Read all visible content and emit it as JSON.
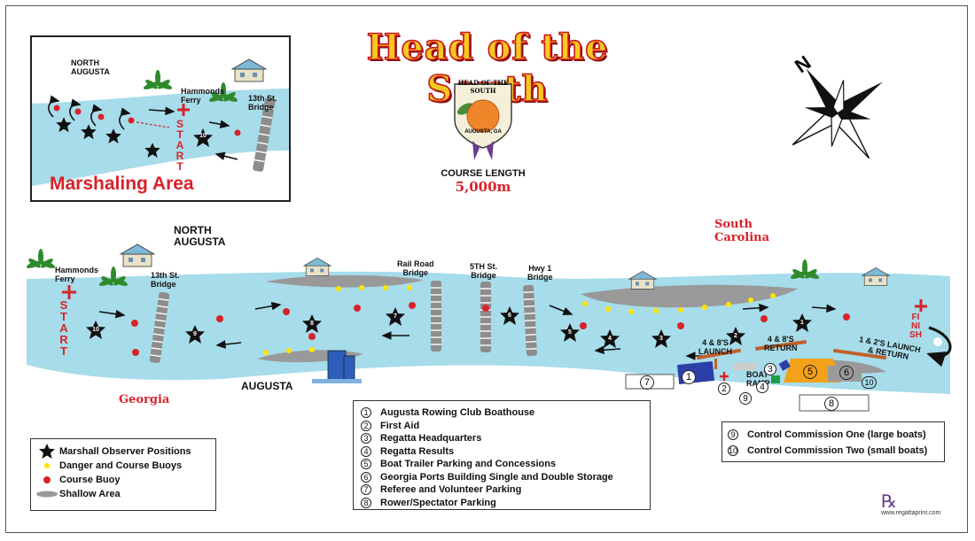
{
  "title": "Head of the South",
  "logo": {
    "top_text": "HEAD OF THE SOUTH",
    "bottom_text": "AUGUSTA, GA"
  },
  "course": {
    "label": "COURSE LENGTH",
    "value": "5,000m"
  },
  "inset": {
    "title": "Marshaling Area",
    "north_augusta": "NORTH\nAUGUSTA",
    "hammonds_ferry": "Hammonds\nFerry",
    "bridge_13": "13th St.\nBridge",
    "start": "START",
    "marshal_num": "10"
  },
  "map": {
    "north_augusta": "NORTH\nAUGUSTA",
    "hammonds_ferry": "Hammonds\nFerry",
    "bridge_13": "13th St.\nBridge",
    "railroad_bridge": "Rail Road\nBridge",
    "bridge_5": "5TH St.\nBridge",
    "hwy1_bridge": "Hwy 1\nBridge",
    "south_carolina": "South\nCarolina",
    "georgia": "Georgia",
    "augusta": "AUGUSTA",
    "start": "START",
    "finish": "FINISH",
    "launch_48": "4 & 8'S\nLAUNCH",
    "return_48": "4 & 8'S\nRETURN",
    "launch_12": "1 & 2'S LAUNCH\n& RETURN",
    "boat_ramp": "BOAT\nRAMP",
    "marshal_positions": [
      "10",
      "9",
      "8",
      "7",
      "6",
      "5",
      "4",
      "3",
      "2",
      "1"
    ]
  },
  "legend": [
    {
      "icon": "marshal-star-icon",
      "label": "Marshall Observer Positions"
    },
    {
      "icon": "yellow-buoy-icon",
      "label": "Danger and Course Buoys"
    },
    {
      "icon": "red-buoy-icon",
      "label": "Course Buoy"
    },
    {
      "icon": "shallow-area-icon",
      "label": "Shallow Area"
    }
  ],
  "key": [
    {
      "n": "1",
      "label": "Augusta Rowing Club Boathouse"
    },
    {
      "n": "2",
      "label": "First Aid"
    },
    {
      "n": "3",
      "label": "Regatta Headquarters"
    },
    {
      "n": "4",
      "label": "Regatta Results"
    },
    {
      "n": "5",
      "label": "Boat Trailer Parking and Concessions"
    },
    {
      "n": "6",
      "label": "Georgia Ports Building Single and Double Storage"
    },
    {
      "n": "7",
      "label": "Referee and Volunteer Parking"
    },
    {
      "n": "8",
      "label": "Rower/Spectator Parking"
    }
  ],
  "control": [
    {
      "n": "9",
      "label": "Control Commission One (large boats)"
    },
    {
      "n": "10",
      "label": "Control Commission Two (small boats)"
    }
  ],
  "compass_letter": "N",
  "credit": "www.regattaprint.com",
  "colors": {
    "river": "#a7dcea",
    "shallow": "#9a9a9a",
    "red": "#d8222a",
    "buoy_yellow": "#ffe600",
    "lot_blue": "#2b3fa8",
    "lot_orange": "#f4a11a"
  }
}
